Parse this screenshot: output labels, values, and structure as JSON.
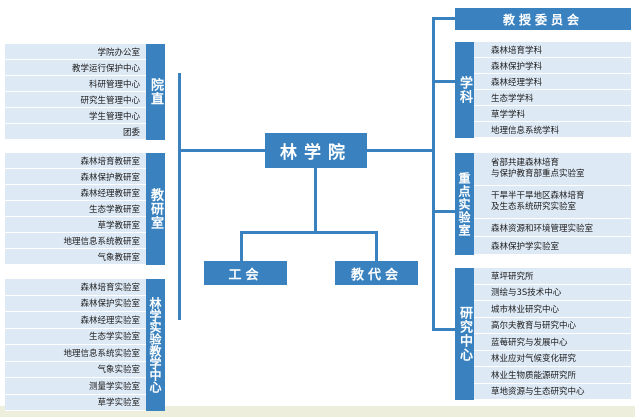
{
  "center": "林学院",
  "top_right": "教授委员会",
  "unions": [
    "工会",
    "教代会"
  ],
  "left_groups": [
    {
      "heading": "院直",
      "items": [
        "学院办公室",
        "教学运行保护中心",
        "科研管理中心",
        "研究生管理中心",
        "学生管理中心",
        "团委"
      ]
    },
    {
      "heading": "教研室",
      "items": [
        "森林培育教研室",
        "森林保护教研室",
        "森林经理教研室",
        "生态学教研室",
        "草学教研室",
        "地理信息系统教研室",
        "气象教研室"
      ]
    },
    {
      "heading": "林学实验教学中心",
      "items": [
        "森林培育实验室",
        "森林保护实验室",
        "森林经理实验室",
        "生态学实验室",
        "地理信息系统实验室",
        "气象实验室",
        "测量学实验室",
        "草学实验室"
      ]
    }
  ],
  "right_groups": [
    {
      "heading": "学科",
      "items": [
        "森林培育学科",
        "森林保护学科",
        "森林经理学科",
        "生态学学科",
        "草学学科",
        "地理信息系统学科"
      ]
    },
    {
      "heading": "重点实验室",
      "items": [
        "省部共建森林培育\n与保护教育部重点实验室",
        "干旱半干旱地区森林培育\n及生态系统研究实验室",
        "森林资源和环境管理实验室",
        "森林保护学实验室"
      ]
    },
    {
      "heading": "研究中心",
      "items": [
        "草坪研究所",
        "测绘与3S技术中心",
        "城市林业研究中心",
        "高尔夫教育与研究中心",
        "蓝莓研究与发展中心",
        "林业应对气候变化研究",
        "林业生物质能源研究所",
        "草地资源与生态研究中心"
      ]
    }
  ]
}
